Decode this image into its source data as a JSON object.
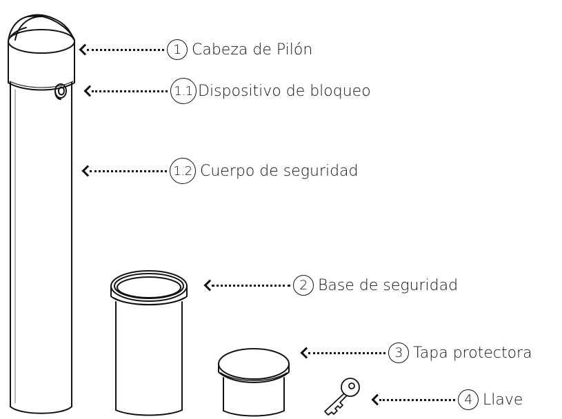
{
  "callouts": [
    {
      "id": "cabeza",
      "number": "1",
      "label": "Cabeza de Pilón"
    },
    {
      "id": "dispositivo",
      "number": "1.1",
      "label": "Dispositivo de bloqueo"
    },
    {
      "id": "cuerpo",
      "number": "1.2",
      "label": "Cuerpo de seguridad"
    },
    {
      "id": "base",
      "number": "2",
      "label": "Base de seguridad"
    },
    {
      "id": "tapa",
      "number": "3",
      "label": "Tapa protectora"
    },
    {
      "id": "llave",
      "number": "4",
      "label": "Llave"
    }
  ]
}
